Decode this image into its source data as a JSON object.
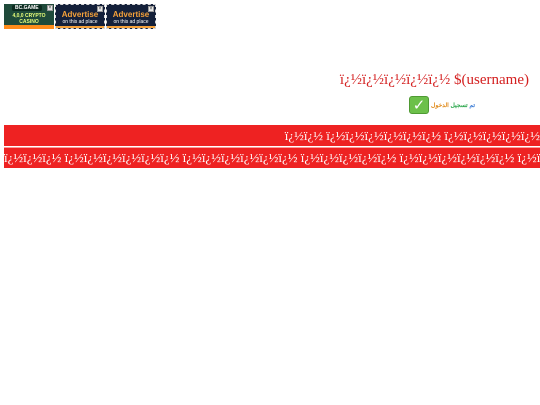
{
  "ads": [
    {
      "kind": "bcgame",
      "brand": "BC.GAME",
      "line1": "4,0,0 CRYPTO",
      "line2": "CASINO"
    },
    {
      "kind": "advertise",
      "title": "Advertise",
      "sub": "on this ad place"
    },
    {
      "kind": "advertise",
      "title": "Advertise",
      "sub": "on this ad place"
    }
  ],
  "greeting": {
    "text": "ï¿½ï¿½ï¿½ï¿½ï¿½ $(username)"
  },
  "status": {
    "text_a": "ﺗﻢ ",
    "text_b": "ﺗﺴﺠﻴﻞ ",
    "text_c": "ﺍﻟﺪﺧﻮﻝ"
  },
  "bars": {
    "row1": "ï¿½ï¿½ ï¿½ï¿½ï¿½ï¿½ï¿½ï¿½ ï¿½ï¿½ï¿½ï¿½ï¿½",
    "row2": "ï¿½ï¿½ï¿½ ï¿½ï¿½ï¿½ï¿½ï¿½ï¿½ ï¿½ï¿½ï¿½ï¿½ï¿½ï¿½ ï¿½ï¿½ï¿½ï¿½ï¿½ ï¿½ï¿½ï¿½ï¿½ï¿½ï¿½ ï¿½ï¿½ï¿½ï¿½ï¿½ ï¿½ï¿½"
  },
  "colors": {
    "accent_red": "#ee2222",
    "greeting_red": "#d42020",
    "check_green": "#6cc04a"
  }
}
